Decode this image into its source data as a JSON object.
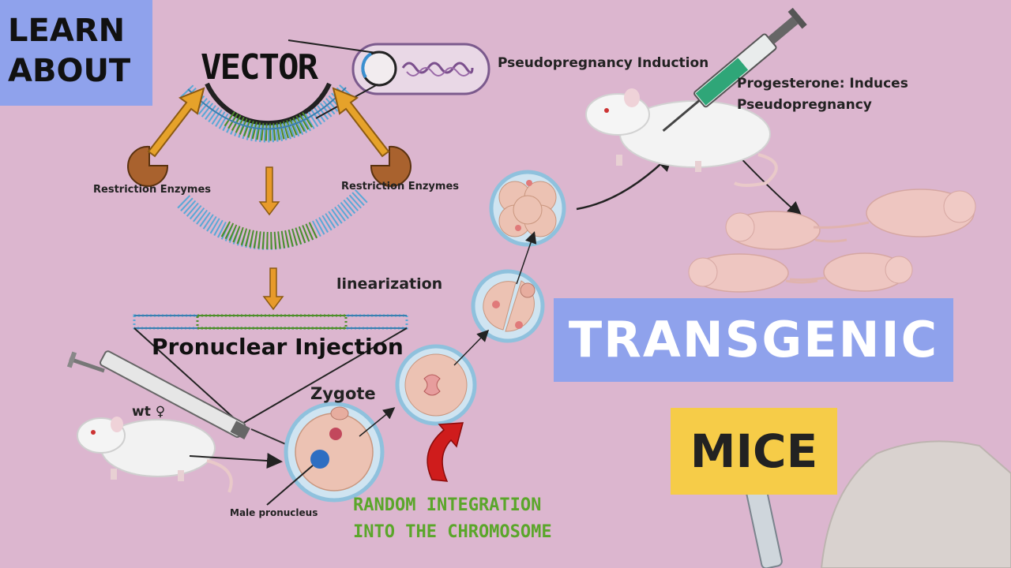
{
  "header": {
    "badge": "LEARN\nABOUT",
    "vector_title": "VECTOR"
  },
  "labels": {
    "pseudopregnancy_induction": "Pseudopregnancy  Induction",
    "progesterone": "Progesterone: Induces\nPseudopregnancy",
    "restriction_left": "Restriction Enzymes",
    "restriction_right": "Restriction Enzymes",
    "linearization": "linearization",
    "pronuclear_injection": "Pronuclear Injection",
    "zygote": "Zygote",
    "wt_female": "wt ♀",
    "male_pronucleus": "Male pronucleus",
    "random_integration": "RANDOM INTEGRATION\nINTO THE CHROMOSOME"
  },
  "title": {
    "line1": "TRANSGENIC",
    "line2": "MICE"
  },
  "colors": {
    "background": "#dcb6cf",
    "badge": "#8fa2ec",
    "title_box": "#8fa2ec",
    "mice_box": "#f6cc48",
    "dna_blue": "#5aa8d6",
    "dna_green": "#4d8e2a",
    "arrow_orange": "#e79a2a",
    "enzyme_brown": "#a9622e",
    "cell_membrane": "#8fc1dd",
    "cell_body": "#ecc2b3",
    "nucleus_red": "#c2485c",
    "pronucleus_blue": "#2e6ec2",
    "curved_arrow_red": "#cf1c1c",
    "syringe_fluid": "#2fa678"
  },
  "icons": [
    "plasmid-icon",
    "syringe-icon",
    "mouse-icon",
    "pup-icon",
    "hand-pen-icon",
    "enzyme-icon",
    "cell-icon"
  ]
}
